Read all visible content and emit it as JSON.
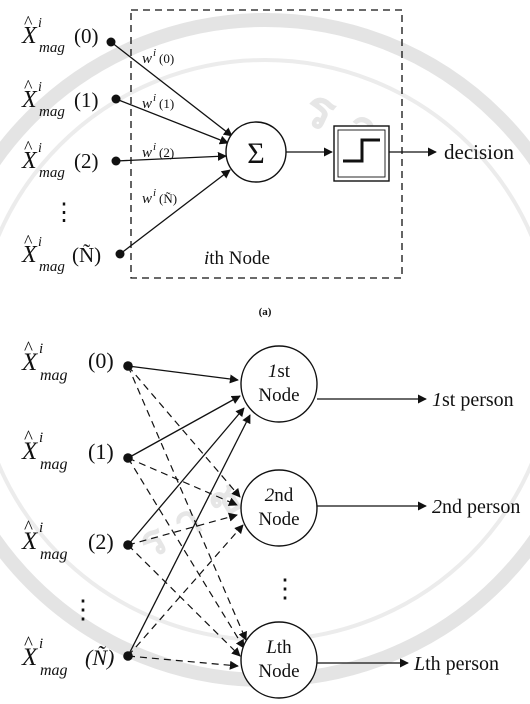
{
  "diagram_a": {
    "inputs": [
      {
        "hat_symbol": "X",
        "superscript": "i",
        "subscript": "mag",
        "index": "(0)"
      },
      {
        "hat_symbol": "X",
        "superscript": "i",
        "subscript": "mag",
        "index": "(1)"
      },
      {
        "hat_symbol": "X",
        "superscript": "i",
        "subscript": "mag",
        "index": "(2)"
      },
      {
        "hat_symbol": "X",
        "superscript": "i",
        "subscript": "mag",
        "index": "(Ñ)"
      }
    ],
    "ellipsis": "⋮",
    "weights": [
      {
        "symbol": "w",
        "superscript": "i",
        "index": "(0)"
      },
      {
        "symbol": "w",
        "superscript": "i",
        "index": "(1)"
      },
      {
        "symbol": "w",
        "superscript": "i",
        "index": "(2)"
      },
      {
        "symbol": "w",
        "superscript": "i",
        "index": "(Ñ)"
      }
    ],
    "sum_symbol": "Σ",
    "node_label_italic": "i",
    "node_label_rest": "th Node",
    "output_label": "decision",
    "caption": "(a)"
  },
  "diagram_b": {
    "inputs": [
      {
        "hat_symbol": "X",
        "superscript": "i",
        "subscript": "mag",
        "index": "(0)"
      },
      {
        "hat_symbol": "X",
        "superscript": "i",
        "subscript": "mag",
        "index": "(1)"
      },
      {
        "hat_symbol": "X",
        "superscript": "i",
        "subscript": "mag",
        "index": "(2)"
      },
      {
        "hat_symbol": "X",
        "superscript": "i",
        "subscript": "mag",
        "index": "(Ñ)"
      }
    ],
    "input_ellipsis": "⋮",
    "node_ellipsis": "⋮",
    "nodes": [
      {
        "ordinal_italic": "1",
        "ordinal_rest": "st",
        "word": "Node",
        "output_italic": "1",
        "output_rest": "st person"
      },
      {
        "ordinal_italic": "2",
        "ordinal_rest": "nd",
        "word": "Node",
        "output_italic": "2",
        "output_rest": "nd person"
      },
      {
        "ordinal_italic": "L",
        "ordinal_rest": "th",
        "word": "Node",
        "output_italic": "L",
        "output_rest": "th person"
      }
    ]
  },
  "colors": {
    "ink": "#111111",
    "watermark": "#e4e4e4"
  }
}
